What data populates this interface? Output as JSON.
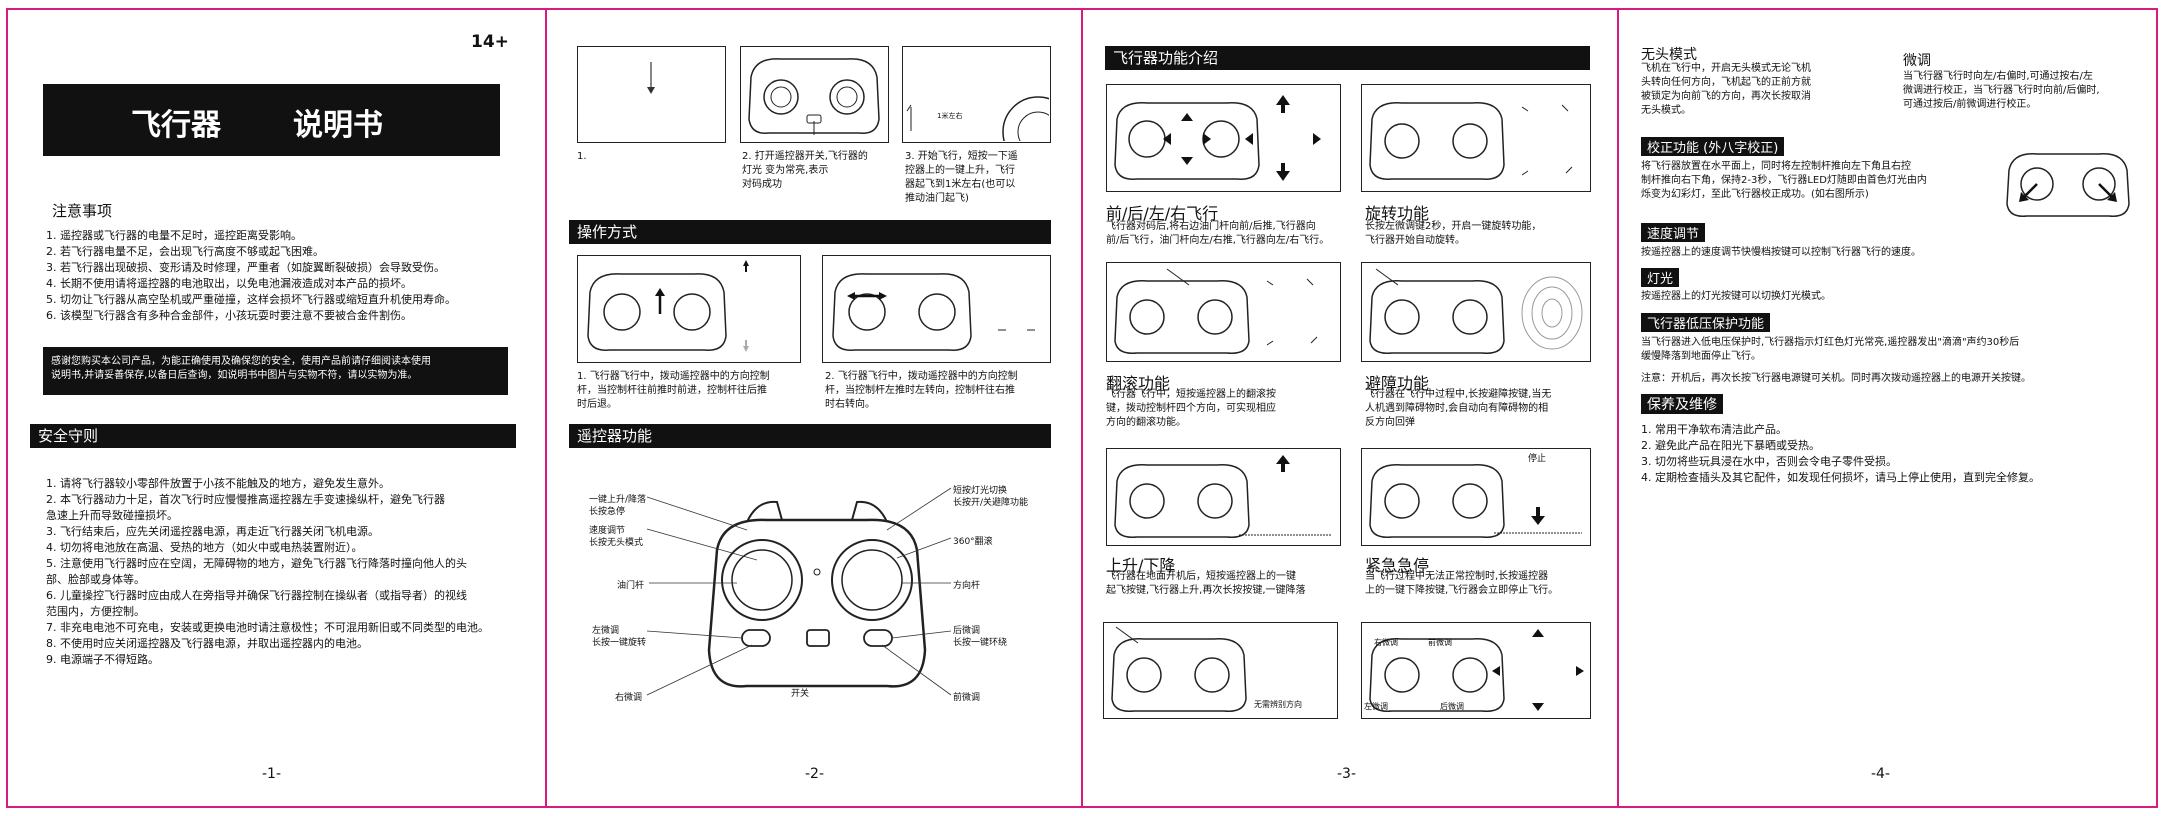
{
  "page1": {
    "age": "14+",
    "title_left": "飞行器",
    "title_right": "说明书",
    "notes_heading": "注意事项",
    "notes": [
      "1. 遥控器或飞行器的电量不足时，遥控距离受影响。",
      "2. 若飞行器电量不足，会出现飞行高度不够或起飞困难。",
      "3. 若飞行器出现破损、变形请及时修理，严重者（如旋翼断裂破损）会导致受伤。",
      "4. 长期不使用请将遥控器的电池取出，以免电池漏液造成对本产品的损坏。",
      "5. 切勿让飞行器从高空坠机或严重碰撞，这样会损坏飞行器或缩短直升机使用寿命。",
      "6. 该模型飞行器含有多种合金部件，小孩玩耍时要注意不要被合金件割伤。"
    ],
    "thanks": [
      "感谢您购买本公司产品，为能正确使用及确保您的安全，使用产品前请仔细阅读本使用",
      "说明书,并请妥善保存,以备日后查询，如说明书中图片与实物不符，请以实物为准。"
    ],
    "safety_heading": "安全守则",
    "safety": [
      "1. 请将飞行器较小零部件放置于小孩不能触及的地方，避免发生意外。",
      "2. 本飞行器动力十足，首次飞行时应慢慢推高遥控器左手变速操纵杆，避免飞行器",
      "    急速上升而导致碰撞损坏。",
      "3. 飞行结束后，应先关闭遥控器电源，再走近飞行器关闭飞机电源。",
      "4. 切勿将电池放在高温、受热的地方（如火中或电热装置附近）。",
      "5. 注意使用飞行器时应在空阔，无障碍物的地方，避免飞行器飞行降落时撞向他人的头",
      "    部、脸部或身体等。",
      "6. 儿童操控飞行器时应由成人在旁指导并确保飞行器控制在操纵者（或指导者）的视线",
      "    范围内，方便控制。",
      "7. 非充电电池不可充电，安装或更换电池时请注意极性；不可混用新旧或不同类型的电池。",
      "8. 不使用时应关闭遥控器及飞行器电源，并取出遥控器内的电池。",
      "9. 电源端子不得短路。"
    ],
    "page_num": "-1-"
  },
  "page2": {
    "step1": "1.",
    "step2": [
      "2. 打开遥控器开关,飞行器的",
      "灯光           变为常亮,表示",
      "对码成功"
    ],
    "step3": [
      "3. 开始飞行，短按一下遥",
      "控器上的一键上升，飞行",
      "器起飞到1米左右(也可以",
      "推动油门起飞)"
    ],
    "step3_label": "1米左右",
    "op_heading": "操作方式",
    "op1": [
      "1. 飞行器飞行中，拨动遥控器中的方向控制",
      "杆，当控制杆往前推时前进，控制杆往后推",
      "时后退。"
    ],
    "op2": [
      "2. 飞行器飞行中，拨动遥控器中的方向控制",
      "杆，当控制杆左推时左转向，控制杆往右推",
      "时右转向。"
    ],
    "rc_heading": "遥控器功能",
    "rc_labels": {
      "up": [
        "一键上升/降落",
        "长按急停"
      ],
      "speed": [
        "速度调节",
        "长按无头模式"
      ],
      "throttle": "油门杆",
      "left_trim": [
        "左微调",
        "长按一键旋转"
      ],
      "right_trim": "右微调",
      "power": "开关",
      "light": [
        "短按灯光切换",
        "长按开/关避障功能"
      ],
      "flip": "360°翻滚",
      "direction": "方向杆",
      "back_trim": [
        "后微调",
        "长按一键环绕"
      ],
      "front_trim": "前微调"
    },
    "page_num": "-2-"
  },
  "page3": {
    "heading": "飞行器功能介绍",
    "f1_title": "前/后/左/右飞行",
    "f1_text": [
      "飞行器对码后,将右边油门杆向前/后推,飞行器向",
      "前/后飞行，油门杆向左/右推,飞行器向左/右飞行。"
    ],
    "f2_title": "旋转功能",
    "f2_text": [
      "长按左微调键2秒，开启一键旋转功能，",
      "飞行器开始自动旋转。"
    ],
    "f3_title": "翻滚功能",
    "f3_text": [
      "飞行器飞行中，短按遥控器上的翻滚按",
      "键，拨动控制杆四个方向，可实现相应",
      "方向的翻滚功能。"
    ],
    "f4_title": "避障功能",
    "f4_text": [
      "飞行器在飞行中过程中,长按避障按键,当无",
      "人机遇到障碍物时,会自动向有障碍物的相",
      "反方向回弹"
    ],
    "f5_title": "上升/下降",
    "f5_text": [
      "飞行器在地面开机后，短按遥控器上的一键",
      "起飞按键,飞行器上升,再次长按按键,一键降落"
    ],
    "f6_title": "紧急急停",
    "f6_text": [
      "当飞行过程中无法正常控制时,长按遥控器",
      "上的一键下降按键,飞行器会立即停止飞行。"
    ],
    "stop_label": "停止",
    "no_dir_label": "无需辨别方向",
    "trim_labels": [
      "右微调",
      "前微调",
      "左微调",
      "后微调"
    ],
    "page_num": "-3-"
  },
  "page4": {
    "headless_title": "无头模式",
    "headless_text": [
      "飞机在飞行中，开启无头模式无论飞机",
      "头转向任何方向，飞机起飞的正前方就",
      "被锁定为向前飞的方向，再次长按取消",
      "无头模式。"
    ],
    "trim_title": "微调",
    "trim_text": [
      "当飞行器飞行时向左/右偏时,可通过按右/左",
      "微调进行校正，当飞行器飞行时向前/后偏时,",
      "可通过按后/前微调进行校正。"
    ],
    "calib_heading": "校正功能 (外八字校正)",
    "calib_text": [
      "将飞行器放置在水平面上，同时将左控制杆推向左下角且右控",
      "制杆推向右下角，保持2-3秒，飞行器LED灯随即由首色灯光由内",
      "烁变为幻彩灯，至此飞行器校正成功。(如右图所示)"
    ],
    "speed_heading": "速度调节",
    "speed_text": "按遥控器上的速度调节快慢档按键可以控制飞行器飞行的速度。",
    "light_heading": "灯光",
    "light_text": "按遥控器上的灯光按键可以切换灯光模式。",
    "lowv_heading": "飞行器低压保护功能",
    "lowv_text": [
      "当飞行器进入低电压保护时,飞行器指示灯红色灯光常亮,遥控器发出\"滴滴\"声约30秒后",
      "缓慢降落到地面停止飞行。"
    ],
    "lowv_note": "注意：开机后，再次长按飞行器电源键可关机。同时再次拨动遥控器上的电源开关按键。",
    "maint_heading": "保养及维修",
    "maint": [
      "1. 常用干净软布清洁此产品。",
      "2. 避免此产品在阳光下暴晒或受热。",
      "3. 切勿将些玩具浸在水中，否则会令电子零件受损。",
      "4. 定期检查插头及其它配件，如发现任何损坏，请马上停止使用，直到完全修复。"
    ],
    "page_num": "-4-"
  },
  "colors": {
    "border": "#d81b7f",
    "bar": "#111111"
  }
}
